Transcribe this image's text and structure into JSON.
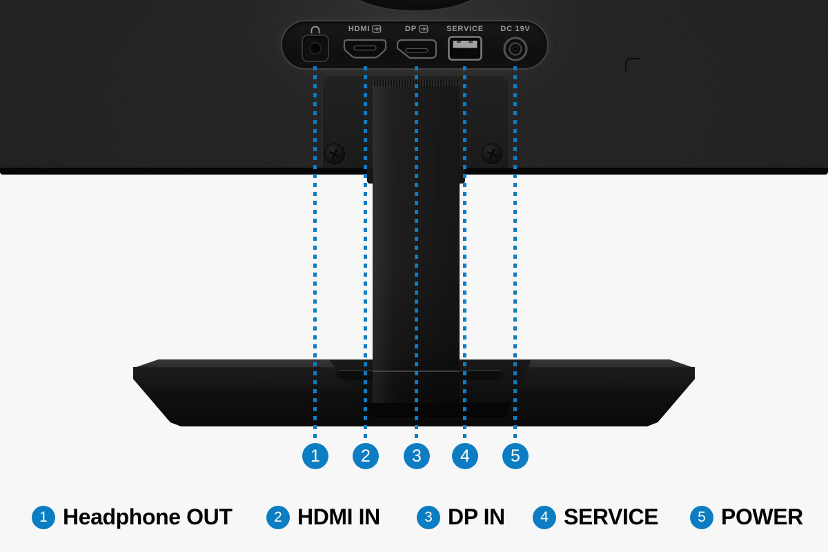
{
  "colors": {
    "accent_blue": "#0c7dc2",
    "background": "#f7f7f7",
    "monitor_body": "#1e1e1e",
    "legend_text": "#020202"
  },
  "ports": [
    {
      "number": "1",
      "panel_label": "",
      "icon": "headphone-icon",
      "legend_label": "Headphone OUT"
    },
    {
      "number": "2",
      "panel_label": "HDMI",
      "icon": "input-arrow-icon",
      "legend_label": "HDMI IN"
    },
    {
      "number": "3",
      "panel_label": "DP",
      "icon": "input-arrow-icon",
      "legend_label": "DP IN"
    },
    {
      "number": "4",
      "panel_label": "SERVICE",
      "icon": "",
      "legend_label": "SERVICE"
    },
    {
      "number": "5",
      "panel_label": "DC 19V",
      "icon": "",
      "legend_label": "POWER"
    }
  ]
}
